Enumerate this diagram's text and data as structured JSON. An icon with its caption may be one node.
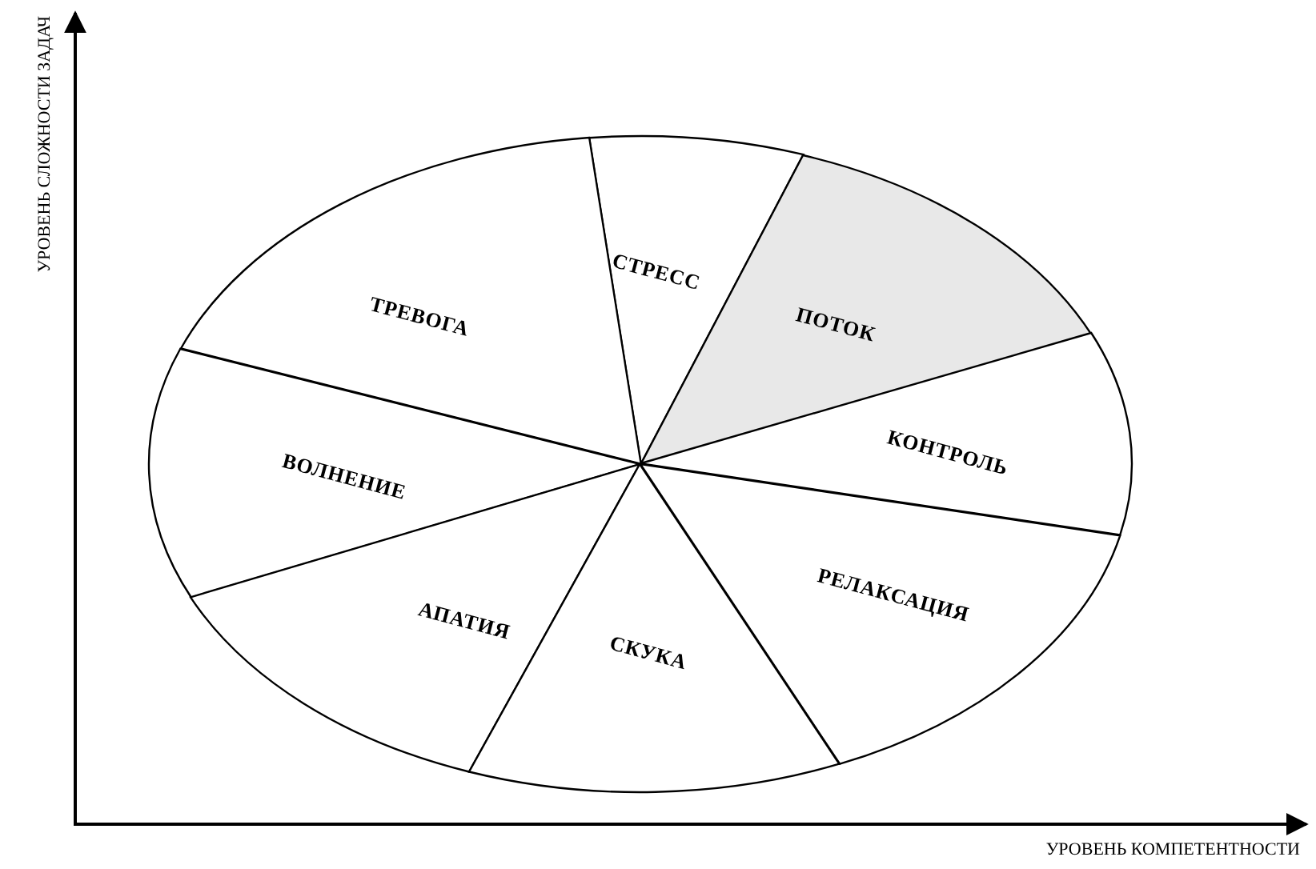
{
  "diagram": {
    "nodes": [
      {
        "text": [
          "СТРЕСС"
        ]
      },
      {
        "text": [
          "ПОТОК"
        ]
      },
      {
        "text": [
          "ТРЕВОГА"
        ]
      },
      {
        "text": [
          "КОНТРОЛЬ"
        ]
      },
      {
        "text": [
          "ВОЛНЕНИЕ"
        ]
      },
      {
        "text": [
          "РЕЛАКСАЦИЯ"
        ]
      },
      {
        "text": [
          "АПАТИЯ"
        ]
      },
      {
        "text": [
          "СКУКА"
        ]
      }
    ],
    "edges": [],
    "labels": [
      "УРОВЕНЬ СЛОЖНОСТИ ЗАДАЧ",
      "УРОВЕНЬ КОМПЕТЕНТНОСТИ"
    ]
  }
}
